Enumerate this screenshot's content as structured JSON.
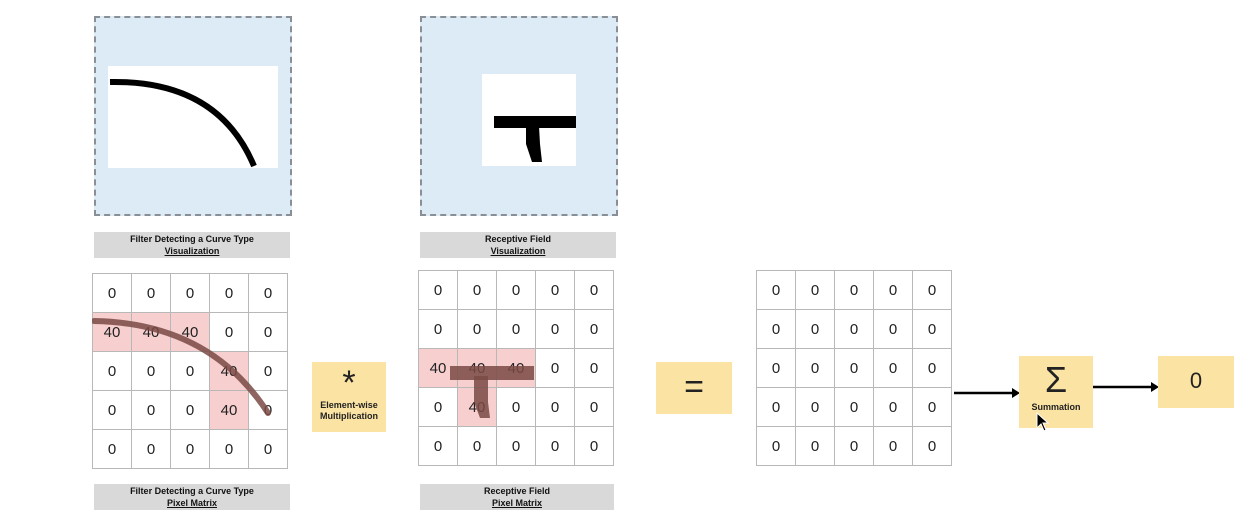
{
  "filter": {
    "viz_caption": "Filter Detecting a Curve Type",
    "viz_caption_sub": "Visualization",
    "matrix_caption": "Filter Detecting a Curve Type",
    "matrix_caption_sub": "Pixel Matrix",
    "matrix": [
      [
        "0",
        "0",
        "0",
        "0",
        "0"
      ],
      [
        "40",
        "40",
        "40",
        "0",
        "0"
      ],
      [
        "0",
        "0",
        "0",
        "40",
        "0"
      ],
      [
        "0",
        "0",
        "0",
        "40",
        "0"
      ],
      [
        "0",
        "0",
        "0",
        "0",
        "0"
      ]
    ],
    "highlight": [
      [
        1,
        0
      ],
      [
        1,
        1
      ],
      [
        1,
        2
      ],
      [
        2,
        3
      ],
      [
        3,
        3
      ]
    ]
  },
  "multiply": {
    "symbol": "*",
    "label_line1": "Element-wise",
    "label_line2": "Multiplication"
  },
  "receptive": {
    "viz_caption": "Receptive Field",
    "viz_caption_sub": "Visualization",
    "matrix_caption": "Receptive Field",
    "matrix_caption_sub": "Pixel Matrix",
    "matrix": [
      [
        "0",
        "0",
        "0",
        "0",
        "0"
      ],
      [
        "0",
        "0",
        "0",
        "0",
        "0"
      ],
      [
        "40",
        "40",
        "40",
        "0",
        "0"
      ],
      [
        "0",
        "40",
        "0",
        "0",
        "0"
      ],
      [
        "0",
        "0",
        "0",
        "0",
        "0"
      ]
    ],
    "highlight": [
      [
        2,
        0
      ],
      [
        2,
        1
      ],
      [
        2,
        2
      ],
      [
        3,
        1
      ]
    ]
  },
  "equals": {
    "symbol": "="
  },
  "result": {
    "matrix": [
      [
        "0",
        "0",
        "0",
        "0",
        "0"
      ],
      [
        "0",
        "0",
        "0",
        "0",
        "0"
      ],
      [
        "0",
        "0",
        "0",
        "0",
        "0"
      ],
      [
        "0",
        "0",
        "0",
        "0",
        "0"
      ],
      [
        "0",
        "0",
        "0",
        "0",
        "0"
      ]
    ]
  },
  "summation": {
    "symbol": "Σ",
    "label": "Summation"
  },
  "output": {
    "value": "0"
  },
  "colors": {
    "viz_bg": "#dcebf6",
    "highlight": "#f7cfcf",
    "operator_bg": "#fbe3a3",
    "caption_bg": "#d9d9d9",
    "stroke_overlay": "#7a4a44"
  }
}
